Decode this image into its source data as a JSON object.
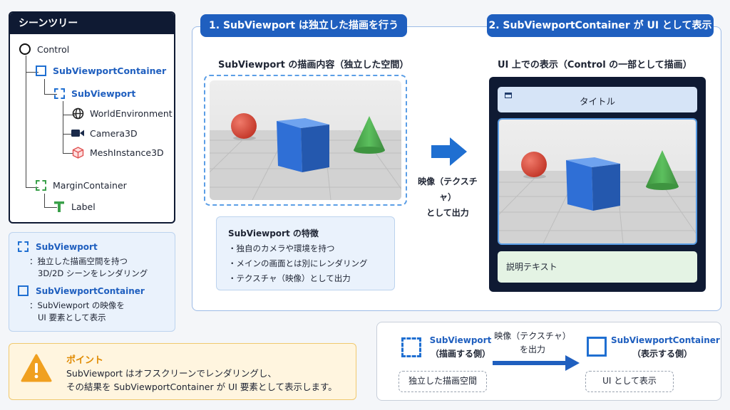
{
  "tree": {
    "header": "シーンツリー",
    "nodes": {
      "control": "Control",
      "subviewport_container": "SubViewportContainer",
      "subviewport": "SubViewport",
      "world_environment": "WorldEnvironment",
      "camera3d": "Camera3D",
      "mesh_instance3d": "MeshInstance3D",
      "margin_container": "MarginContainer",
      "label": "Label"
    }
  },
  "legend": {
    "subviewport_title": "SubViewport",
    "subviewport_desc_1": "：独立した描画空間を持つ",
    "subviewport_desc_2": "3D/2D シーンをレンダリング",
    "container_title": "SubViewportContainer",
    "container_desc_1": "：SubViewport の映像を",
    "container_desc_2": "UI 要素として表示"
  },
  "point": {
    "title": "ポイント",
    "line1": "SubViewport はオフスクリーンでレンダリングし、",
    "line2": "その結果を SubViewportContainer が UI 要素として表示します。"
  },
  "section1": {
    "pill": "1. SubViewport は独立した描画を行う",
    "title": "SubViewport の描画内容（独立した空間）",
    "features_title": "SubViewport の特徴",
    "features": [
      "・独自のカメラや環境を持つ",
      "・メインの画面とは別にレンダリング",
      "・テクスチャ（映像）として出力"
    ]
  },
  "transfer": {
    "line1": "映像（テクスチャ）",
    "line2": "として出力"
  },
  "section2": {
    "pill": "2. SubViewportContainer が UI として表示",
    "title": "UI 上での表示（Control の一部として描画）",
    "ui_title": "タイトル",
    "ui_desc": "説明テキスト"
  },
  "summary": {
    "left_name": "SubViewport",
    "left_role": "（描画する側）",
    "left_box": "独立した描画空間",
    "arrow_line1": "映像（テクスチャ）",
    "arrow_line2": "を出力",
    "right_name": "SubViewportContainer",
    "right_role": "（表示する側）",
    "right_box": "UI として表示"
  },
  "colors": {
    "navy": "#0f1a33",
    "accent_blue": "#1f5fbf",
    "green": "#3aa04a",
    "warning_orange": "#f0a020",
    "sphere_red": "#d9473a",
    "cube_blue": "#2f6fd6",
    "cone_green": "#4caf50"
  },
  "icons": {
    "control": "circle-outline-icon",
    "subviewport_container": "solid-square-icon",
    "subviewport": "dashed-square-icon",
    "world_environment": "globe-icon",
    "camera3d": "camera-icon",
    "mesh_instance3d": "mesh-cube-icon",
    "margin_container": "dashed-green-square-icon",
    "label": "text-t-icon",
    "point": "warning-triangle-icon"
  }
}
